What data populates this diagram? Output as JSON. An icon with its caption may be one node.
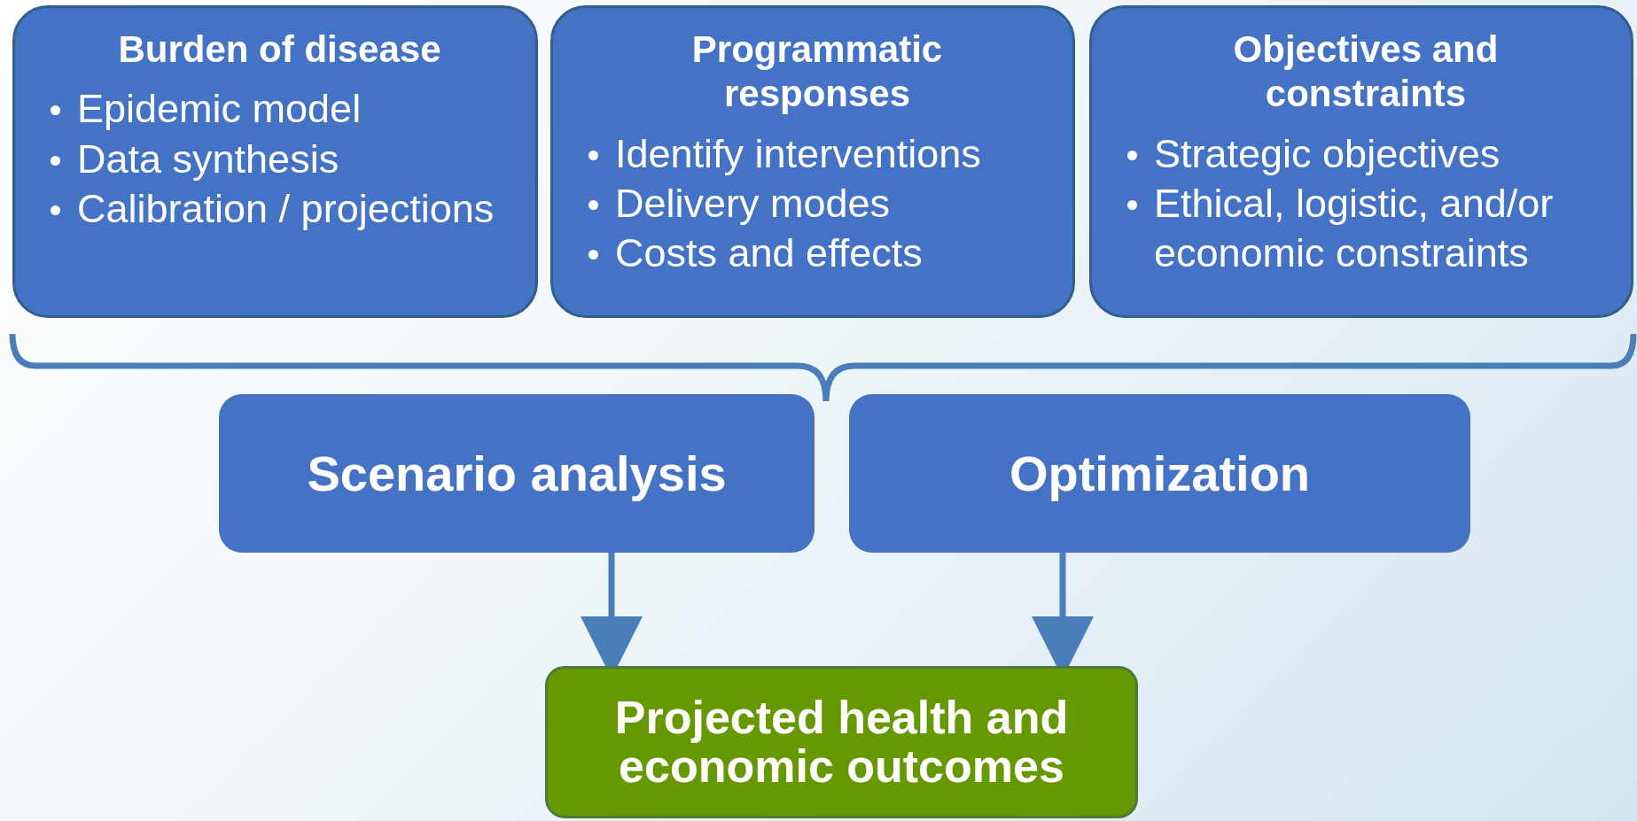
{
  "diagram": {
    "nodes": [
      {
        "text": [
          "Burden of disease",
          "Epidemic model",
          "Data synthesis",
          "Calibration / projections"
        ]
      },
      {
        "text": [
          "Programmatic responses",
          "Identify interventions",
          "Delivery modes",
          "Costs and effects"
        ]
      },
      {
        "text": [
          "Objectives and constraints",
          "Strategic objectives",
          "Ethical, logistic, and/or economic constraints"
        ]
      },
      {
        "text": [
          "Scenario analysis"
        ]
      },
      {
        "text": [
          "Optimization"
        ]
      },
      {
        "text": [
          "Projected health and economic outcomes"
        ]
      }
    ],
    "edges": [
      {
        "from": 3,
        "to": 5,
        "arrow": "to"
      },
      {
        "from": 4,
        "to": 5,
        "arrow": "to"
      }
    ]
  }
}
